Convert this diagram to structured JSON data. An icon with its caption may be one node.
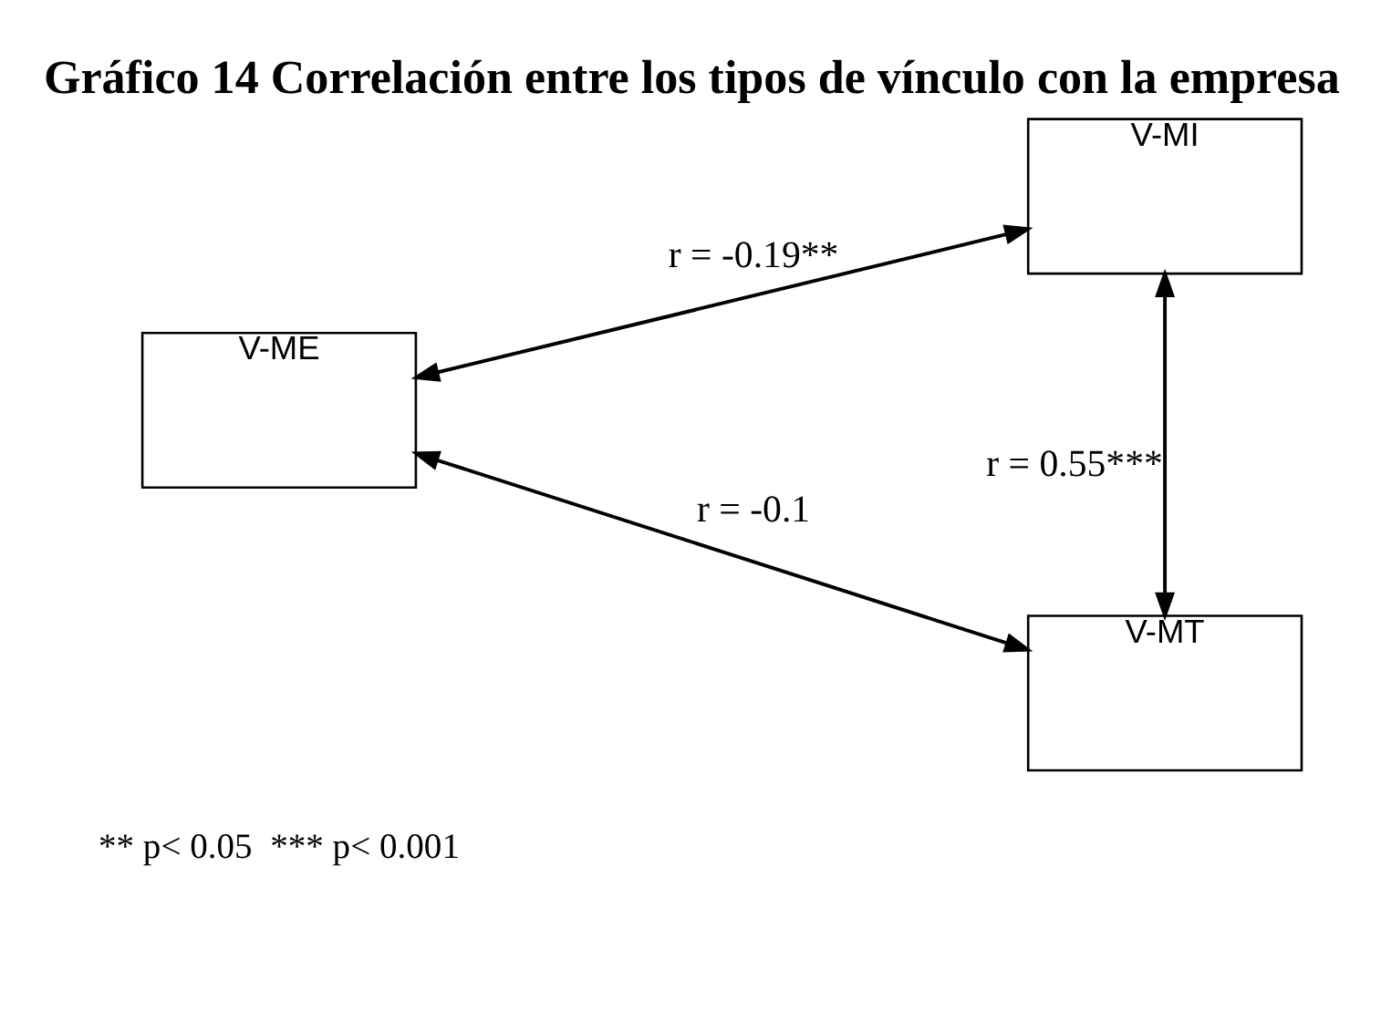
{
  "diagram": {
    "title": "Gráfico 14 Correlación entre los tipos de vínculo con la empresa",
    "nodes": [
      {
        "text": [
          "V-ME"
        ]
      },
      {
        "text": [
          "V-MI"
        ]
      },
      {
        "text": [
          "V-MT"
        ]
      }
    ],
    "edges": [
      {
        "from": 0,
        "to": 1,
        "arrow": "both",
        "label": "r = -0.19**"
      },
      {
        "from": 0,
        "to": 2,
        "arrow": "both",
        "label": "r = -0.1"
      },
      {
        "from": 1,
        "to": 2,
        "arrow": "both",
        "label": "r = 0.55***"
      }
    ],
    "labels": [
      "** p< 0.05  *** p< 0.001"
    ]
  }
}
